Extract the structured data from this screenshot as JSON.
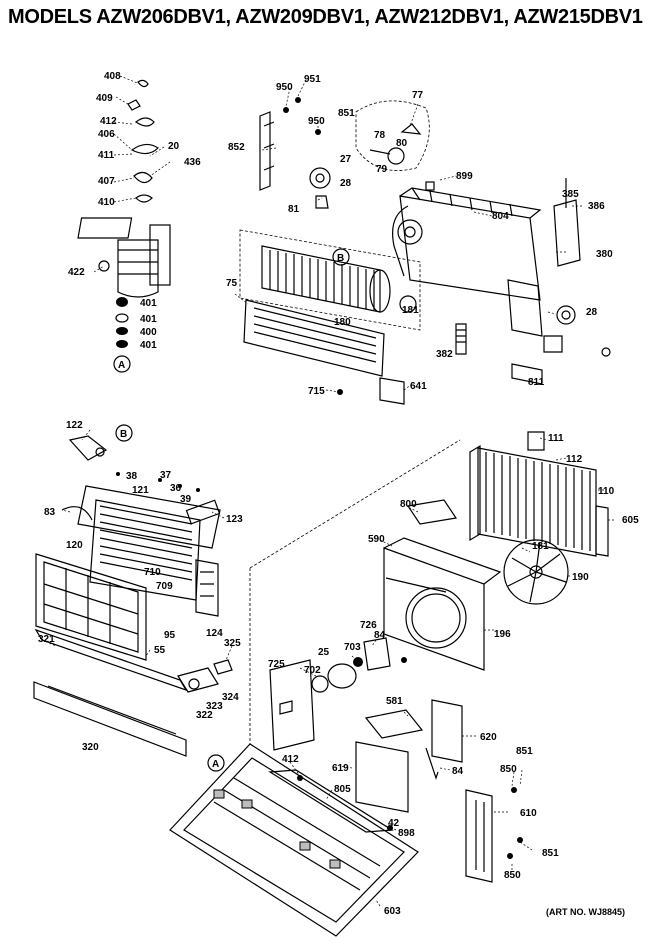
{
  "title": "MODELS AZW206DBV1, AZW209DBV1, AZW212DBV1, AZW215DBV1",
  "art_number": "(ART NO. WJ8845)",
  "callouts": {
    "circle_a": "A",
    "circle_b": "B"
  },
  "parts": [
    {
      "id": "p408",
      "text": "408"
    },
    {
      "id": "p409",
      "text": "409"
    },
    {
      "id": "p412",
      "text": "412"
    },
    {
      "id": "p406",
      "text": "406"
    },
    {
      "id": "p411",
      "text": "411"
    },
    {
      "id": "p20",
      "text": "20"
    },
    {
      "id": "p436",
      "text": "436"
    },
    {
      "id": "p407",
      "text": "407"
    },
    {
      "id": "p410",
      "text": "410"
    },
    {
      "id": "p422",
      "text": "422"
    },
    {
      "id": "p401a",
      "text": "401"
    },
    {
      "id": "p401b",
      "text": "401"
    },
    {
      "id": "p400",
      "text": "400"
    },
    {
      "id": "p401c",
      "text": "401"
    },
    {
      "id": "p950a",
      "text": "950"
    },
    {
      "id": "p951a",
      "text": "951"
    },
    {
      "id": "p950b",
      "text": "950"
    },
    {
      "id": "p851a",
      "text": "851"
    },
    {
      "id": "p77",
      "text": "77"
    },
    {
      "id": "p78",
      "text": "78"
    },
    {
      "id": "p80",
      "text": "80"
    },
    {
      "id": "p79",
      "text": "79"
    },
    {
      "id": "p852",
      "text": "852"
    },
    {
      "id": "p27",
      "text": "27"
    },
    {
      "id": "p28a",
      "text": "28"
    },
    {
      "id": "p899",
      "text": "899"
    },
    {
      "id": "p81",
      "text": "81"
    },
    {
      "id": "p804",
      "text": "804"
    },
    {
      "id": "p385",
      "text": "385"
    },
    {
      "id": "p386",
      "text": "386"
    },
    {
      "id": "p380",
      "text": "380"
    },
    {
      "id": "p75",
      "text": "75"
    },
    {
      "id": "p180",
      "text": "180"
    },
    {
      "id": "p181a",
      "text": "181"
    },
    {
      "id": "p28b",
      "text": "28"
    },
    {
      "id": "p382",
      "text": "382"
    },
    {
      "id": "p715",
      "text": "715"
    },
    {
      "id": "p641",
      "text": "641"
    },
    {
      "id": "p811",
      "text": "811"
    },
    {
      "id": "p122",
      "text": "122"
    },
    {
      "id": "p38",
      "text": "38"
    },
    {
      "id": "p37",
      "text": "37"
    },
    {
      "id": "p121",
      "text": "121"
    },
    {
      "id": "p36",
      "text": "36"
    },
    {
      "id": "p39",
      "text": "39"
    },
    {
      "id": "p83",
      "text": "83"
    },
    {
      "id": "p123",
      "text": "123"
    },
    {
      "id": "p120",
      "text": "120"
    },
    {
      "id": "p710",
      "text": "710"
    },
    {
      "id": "p709",
      "text": "709"
    },
    {
      "id": "p95",
      "text": "95"
    },
    {
      "id": "p124",
      "text": "124"
    },
    {
      "id": "p55",
      "text": "55"
    },
    {
      "id": "p321",
      "text": "321"
    },
    {
      "id": "p325",
      "text": "325"
    },
    {
      "id": "p324",
      "text": "324"
    },
    {
      "id": "p323",
      "text": "323"
    },
    {
      "id": "p322",
      "text": "322"
    },
    {
      "id": "p320",
      "text": "320"
    },
    {
      "id": "p111",
      "text": "111"
    },
    {
      "id": "p112",
      "text": "112"
    },
    {
      "id": "p110",
      "text": "110"
    },
    {
      "id": "p605",
      "text": "605"
    },
    {
      "id": "p800",
      "text": "800"
    },
    {
      "id": "p590",
      "text": "590"
    },
    {
      "id": "p181b",
      "text": "181"
    },
    {
      "id": "p190",
      "text": "190"
    },
    {
      "id": "p196",
      "text": "196"
    },
    {
      "id": "p726",
      "text": "726"
    },
    {
      "id": "p84a",
      "text": "84"
    },
    {
      "id": "p25",
      "text": "25"
    },
    {
      "id": "p703",
      "text": "703"
    },
    {
      "id": "p725",
      "text": "725"
    },
    {
      "id": "p702",
      "text": "702"
    },
    {
      "id": "p581",
      "text": "581"
    },
    {
      "id": "p620",
      "text": "620"
    },
    {
      "id": "p619",
      "text": "619"
    },
    {
      "id": "p84b",
      "text": "84"
    },
    {
      "id": "p851b",
      "text": "851"
    },
    {
      "id": "p850a",
      "text": "850"
    },
    {
      "id": "p412b",
      "text": "412"
    },
    {
      "id": "p805",
      "text": "805"
    },
    {
      "id": "p610",
      "text": "610"
    },
    {
      "id": "p42",
      "text": "42"
    },
    {
      "id": "p898",
      "text": "898"
    },
    {
      "id": "p851c",
      "text": "851"
    },
    {
      "id": "p850b",
      "text": "850"
    },
    {
      "id": "p603",
      "text": "603"
    }
  ]
}
